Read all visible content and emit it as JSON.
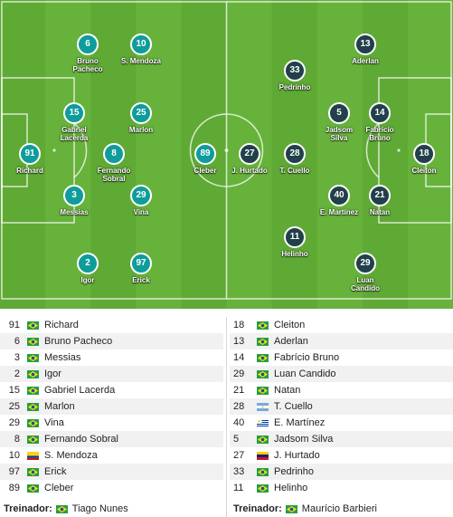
{
  "colors": {
    "home_badge": "#0f9c9a",
    "away_badge": "#21404a",
    "grass_light": "#67b23b",
    "grass_dark": "#5fa935"
  },
  "pitch": {
    "home": [
      {
        "number": "91",
        "name": "Richard"
      },
      {
        "number": "6",
        "name": "Bruno Pacheco"
      },
      {
        "number": "10",
        "name": "S. Mendoza"
      },
      {
        "number": "15",
        "name": "Gabriel Lacerda"
      },
      {
        "number": "25",
        "name": "Marlon"
      },
      {
        "number": "8",
        "name": "Fernando Sobral"
      },
      {
        "number": "3",
        "name": "Messias"
      },
      {
        "number": "29",
        "name": "Vina"
      },
      {
        "number": "2",
        "name": "Igor"
      },
      {
        "number": "97",
        "name": "Erick"
      },
      {
        "number": "89",
        "name": "Cleber"
      }
    ],
    "away": [
      {
        "number": "27",
        "name": "J. Hurtado"
      },
      {
        "number": "28",
        "name": "T. Cuello"
      },
      {
        "number": "33",
        "name": "Pedrinho"
      },
      {
        "number": "11",
        "name": "Helinho"
      },
      {
        "number": "5",
        "name": "Jadsom Silva"
      },
      {
        "number": "40",
        "name": "E. Martínez"
      },
      {
        "number": "29",
        "name": "Luan Candido"
      },
      {
        "number": "13",
        "name": "Aderlan"
      },
      {
        "number": "14",
        "name": "Fabrício Bruno"
      },
      {
        "number": "21",
        "name": "Natan"
      },
      {
        "number": "18",
        "name": "Cleiton"
      }
    ]
  },
  "lineup": {
    "home": [
      {
        "number": "91",
        "name": "Richard",
        "flag": "brazil"
      },
      {
        "number": "6",
        "name": "Bruno Pacheco",
        "flag": "brazil"
      },
      {
        "number": "3",
        "name": "Messias",
        "flag": "brazil"
      },
      {
        "number": "2",
        "name": "Igor",
        "flag": "brazil"
      },
      {
        "number": "15",
        "name": "Gabriel Lacerda",
        "flag": "brazil"
      },
      {
        "number": "25",
        "name": "Marlon",
        "flag": "brazil"
      },
      {
        "number": "29",
        "name": "Vina",
        "flag": "brazil"
      },
      {
        "number": "8",
        "name": "Fernando Sobral",
        "flag": "brazil"
      },
      {
        "number": "10",
        "name": "S. Mendoza",
        "flag": "colombia"
      },
      {
        "number": "97",
        "name": "Erick",
        "flag": "brazil"
      },
      {
        "number": "89",
        "name": "Cleber",
        "flag": "brazil"
      }
    ],
    "away": [
      {
        "number": "18",
        "name": "Cleiton",
        "flag": "brazil"
      },
      {
        "number": "13",
        "name": "Aderlan",
        "flag": "brazil"
      },
      {
        "number": "14",
        "name": "Fabrício Bruno",
        "flag": "brazil"
      },
      {
        "number": "29",
        "name": "Luan Candido",
        "flag": "brazil"
      },
      {
        "number": "21",
        "name": "Natan",
        "flag": "brazil"
      },
      {
        "number": "28",
        "name": "T. Cuello",
        "flag": "argentina"
      },
      {
        "number": "40",
        "name": "E. Martínez",
        "flag": "uruguay"
      },
      {
        "number": "5",
        "name": "Jadsom Silva",
        "flag": "brazil"
      },
      {
        "number": "27",
        "name": "J. Hurtado",
        "flag": "venezuela"
      },
      {
        "number": "33",
        "name": "Pedrinho",
        "flag": "brazil"
      },
      {
        "number": "11",
        "name": "Helinho",
        "flag": "brazil"
      }
    ]
  },
  "coaches": {
    "label": "Treinador:",
    "home": {
      "name": "Tiago Nunes",
      "flag": "brazil"
    },
    "away": {
      "name": "Maurício Barbieri",
      "flag": "brazil"
    }
  }
}
